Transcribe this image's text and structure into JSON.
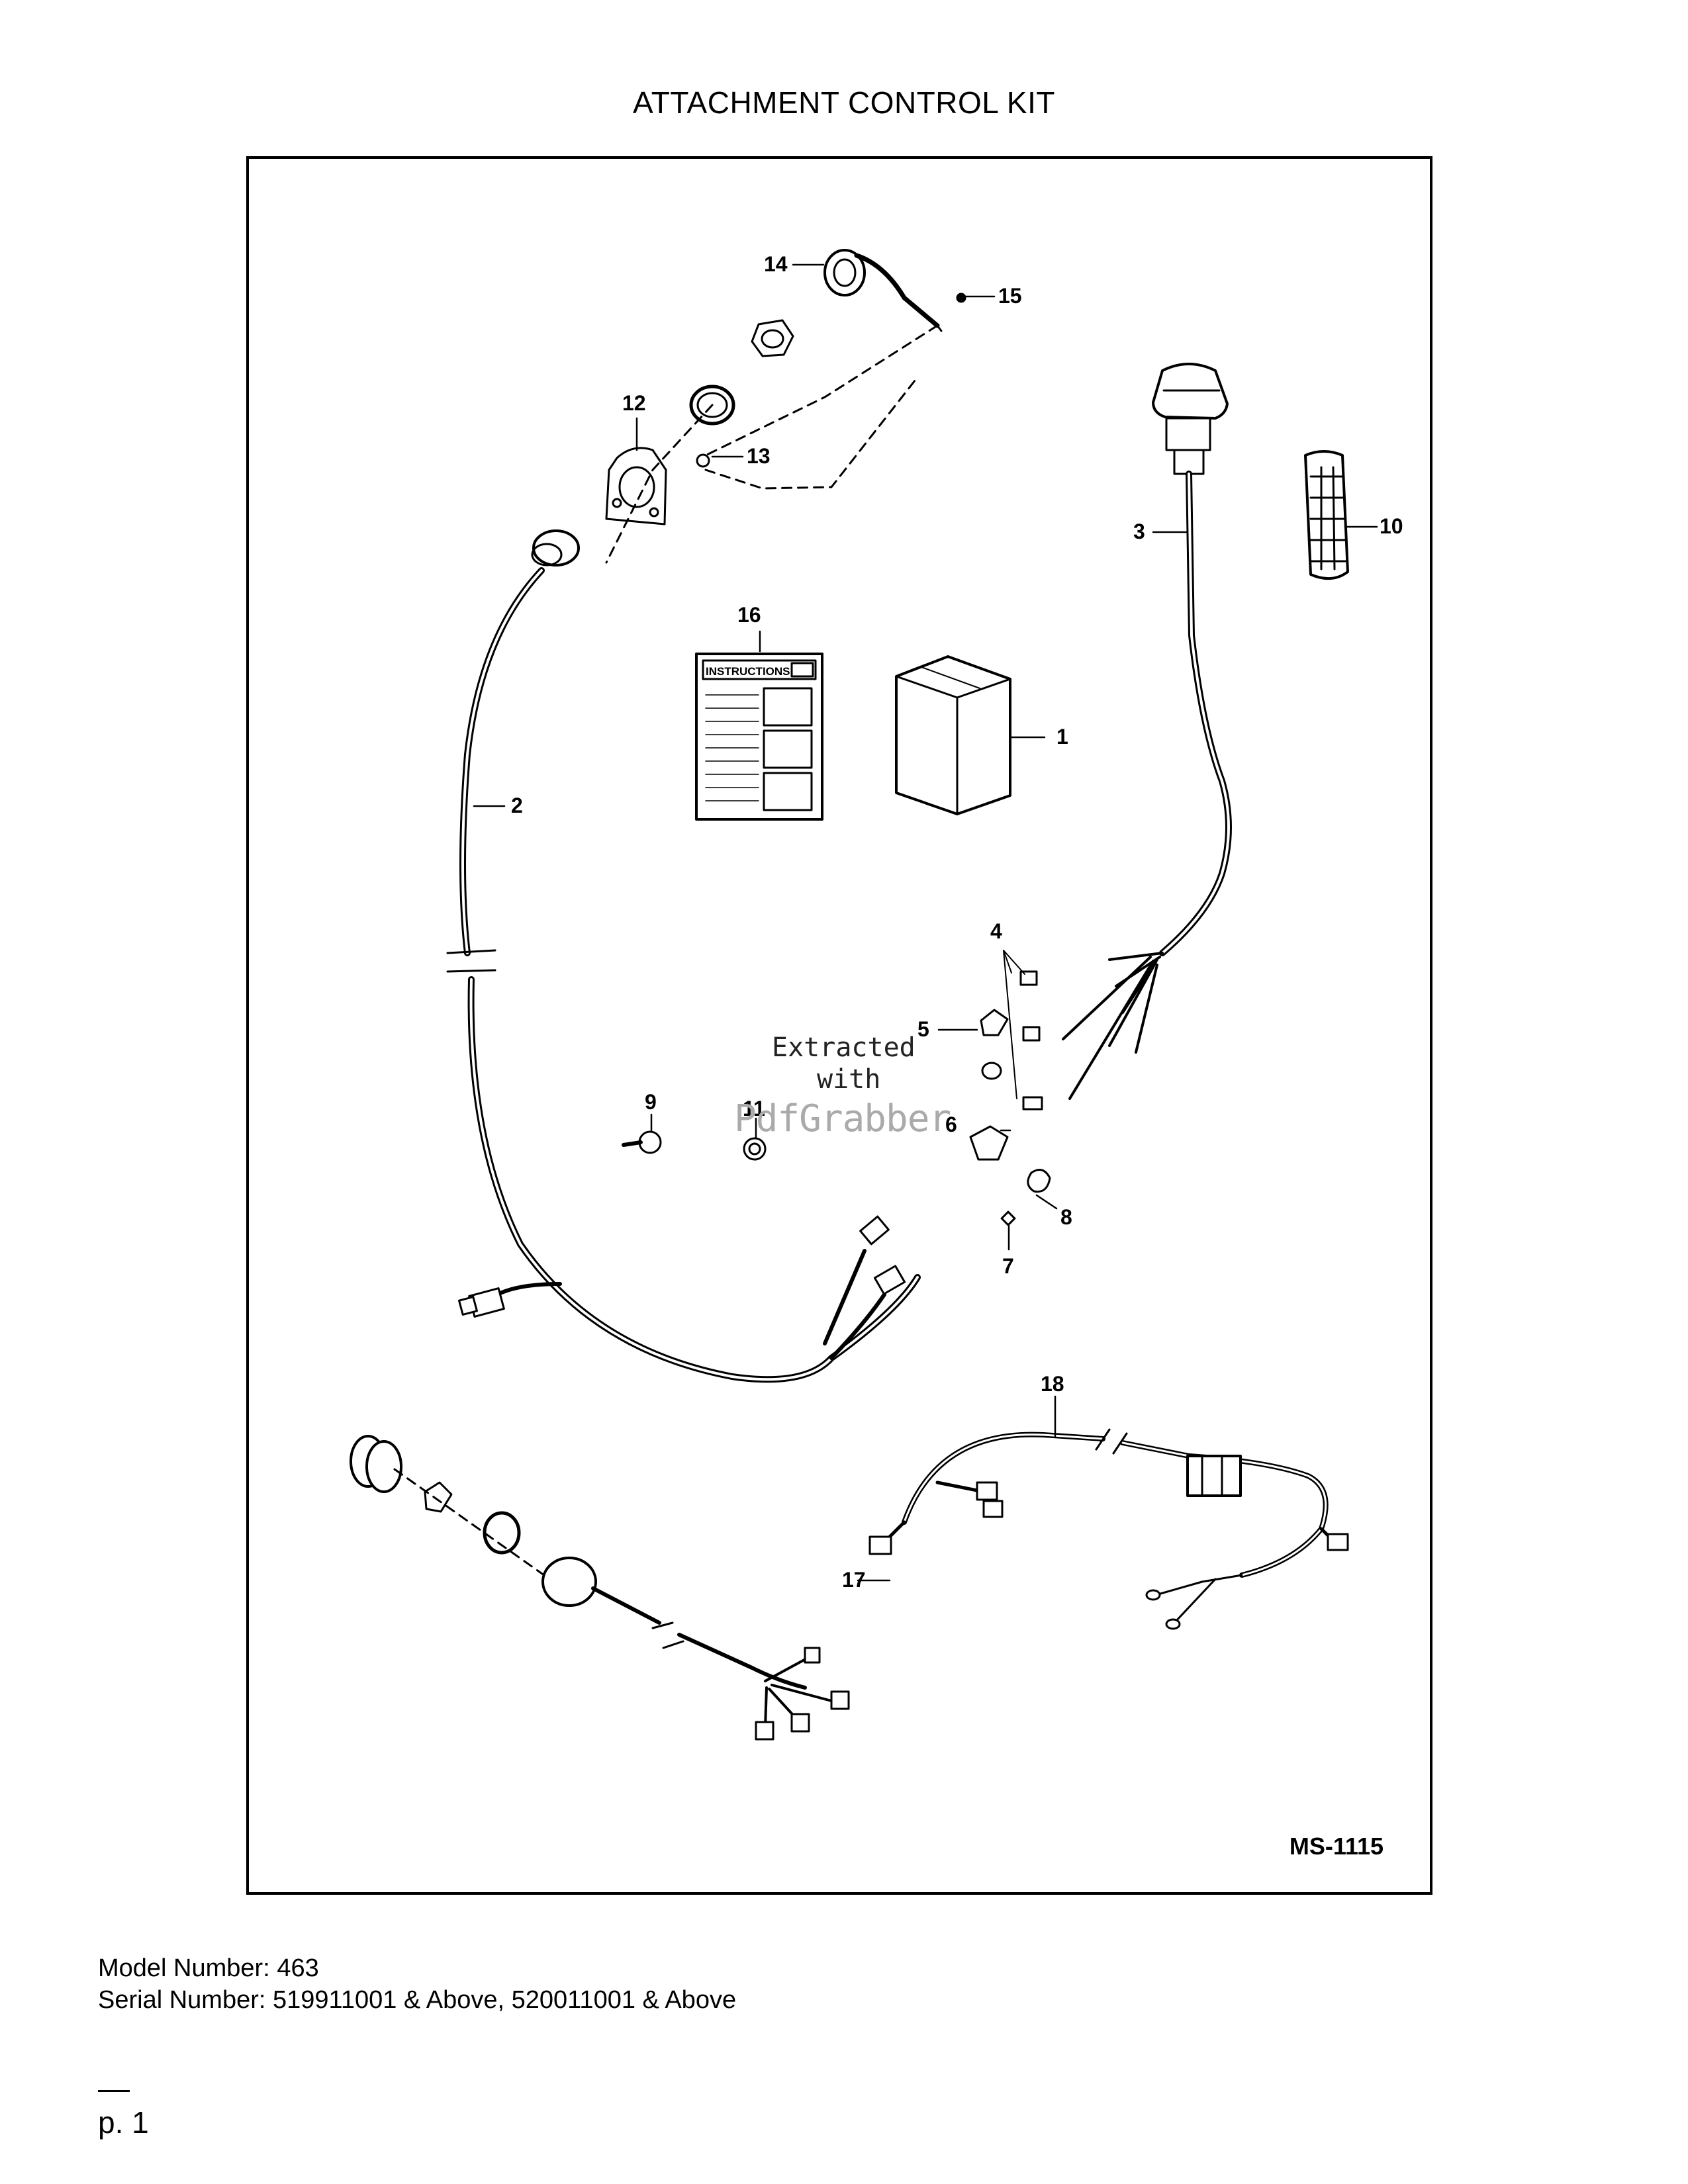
{
  "title": "ATTACHMENT CONTROL KIT",
  "diagram": {
    "drawing_code": "MS-1115",
    "callouts": [
      "1",
      "2",
      "3",
      "4",
      "5",
      "6",
      "7",
      "8",
      "9",
      "10",
      "11",
      "12",
      "13",
      "14",
      "15",
      "16",
      "17",
      "18"
    ],
    "instructions_label": "INSTRUCTIONS"
  },
  "watermark": {
    "line1": "Extracted",
    "line2": "with",
    "line3": "PdfGrabber"
  },
  "footer": {
    "model": "Model Number: 463",
    "serial": "Serial Number: 519911001 & Above, 520011001 & Above",
    "page": "p. 1"
  }
}
